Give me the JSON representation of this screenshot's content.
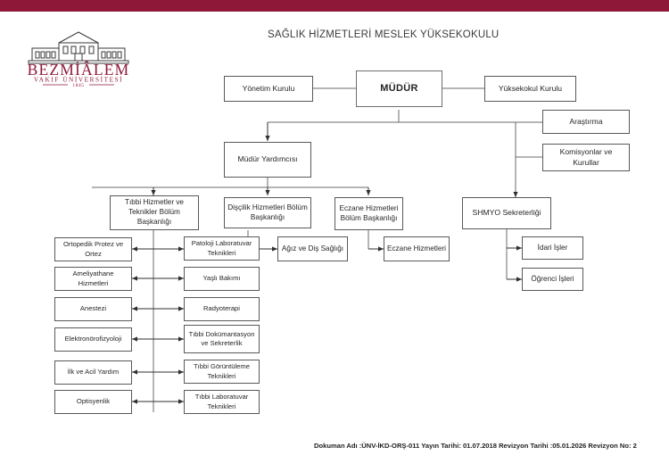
{
  "page": {
    "title": "SAĞLIK HİZMETLERİ MESLEK YÜKSEKOKULU",
    "accent_color": "#8E1838",
    "line_color": "#595959"
  },
  "logo": {
    "name": "BEZMİÂLEM",
    "subtitle": "VAKIF ÜNİVERSİTESİ",
    "year": "1845"
  },
  "org": {
    "root": "MÜDÜR",
    "left_board": "Yönetim Kurulu",
    "right_board": "Yüksekokul Kurulu",
    "side_units": [
      "Araştırma",
      "Komisyonlar ve\nKurullar"
    ],
    "vice_director": "Müdür Yardımcısı",
    "secretariat": "SHMYO Sekreterliği",
    "secretariat_units": [
      "İdari İşler",
      "Öğrenci İşleri"
    ],
    "departments": [
      "Tıbbi Hizmetler ve Teknikler Bölüm Başkanlığı",
      "Dişçilik Hizmetleri Bölüm Başkanlığı",
      "Eczane Hizmetleri Bölüm Başkanlığı"
    ],
    "programs_left": [
      "Ortopedik Protez ve Ortez",
      "Ameliyathane Hizmetleri",
      "Anestezi",
      "Elektronörofizyoloji",
      "İlk ve Acil Yardım",
      "Optisyenlik"
    ],
    "programs_right": [
      "Patoloji Laboratuvar Teknikleri",
      "Yaşlı Bakımı",
      "Radyoterapi",
      "Tıbbi Dokümantasyon ve Sekreterlik",
      "Tıbbi Görüntüleme Teknikleri",
      "Tıbbi Laboratuvar Teknikleri"
    ],
    "dentistry_program": "Ağız ve Diş Sağlığı",
    "pharmacy_program": "Eczane Hizmetleri"
  },
  "footer": {
    "text": "Dokuman Adı :ÜNV-İKD-ORŞ-011 Yayın Tarihi: 01.07.2018 Revizyon Tarihi :05.01.2026 Revizyon No: 2"
  }
}
